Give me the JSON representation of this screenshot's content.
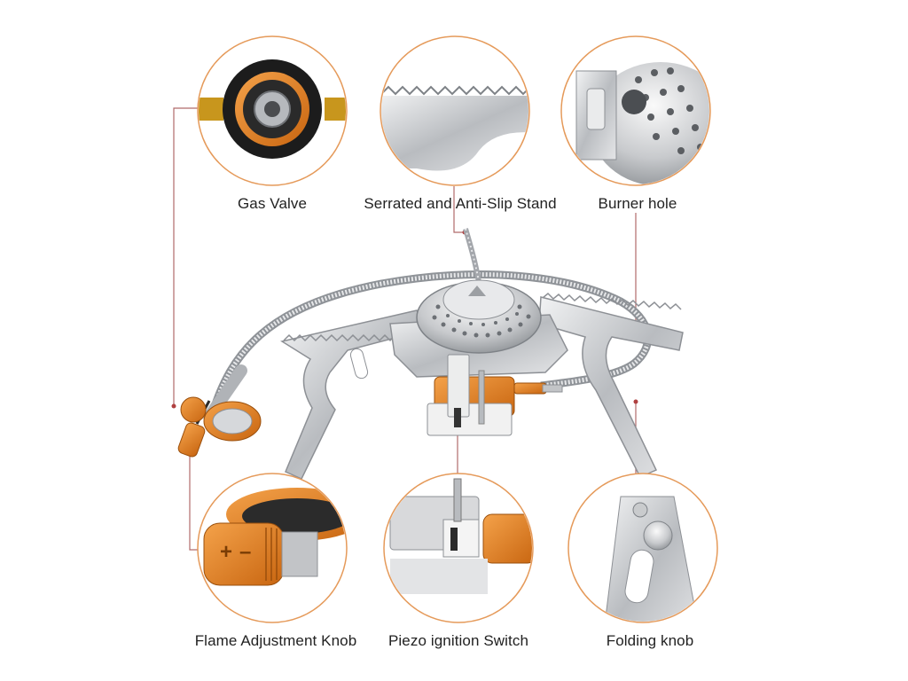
{
  "callouts": {
    "gas_valve": "Gas Valve",
    "serrated_stand": "Serrated and Anti-Slip Stand",
    "burner_hole": "Burner hole",
    "flame_knob": "Flame Adjustment Knob",
    "piezo_switch": "Piezo ignition Switch",
    "folding_knob": "Folding knob"
  },
  "knob_symbols": {
    "plus": "+",
    "minus": "–"
  },
  "colors": {
    "accent_orange": "#e07b1a",
    "circle_outline": "#e59a5a",
    "leader_line": "#b06a6a",
    "steel": "#c9cbcd"
  }
}
